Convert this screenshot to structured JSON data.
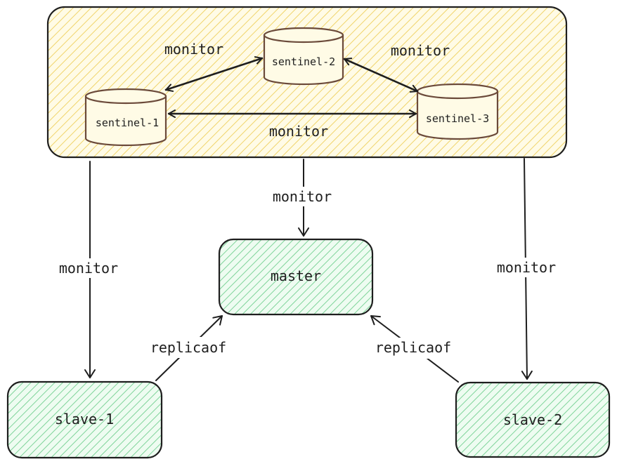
{
  "diagram": {
    "sentinels": [
      {
        "label": "sentinel-1"
      },
      {
        "label": "sentinel-2"
      },
      {
        "label": "sentinel-3"
      }
    ],
    "nodes": {
      "master": {
        "label": "master"
      },
      "slave1": {
        "label": "slave-1"
      },
      "slave2": {
        "label": "slave-2"
      }
    },
    "edge_labels": {
      "s1_s2": "monitor",
      "s2_s3": "monitor",
      "s1_s3": "monitor",
      "group_master": "monitor",
      "group_slave1": "monitor",
      "group_slave2": "monitor",
      "slave1_master": "replicaof",
      "slave2_master": "replicaof"
    },
    "colors": {
      "group_fill": "#fff3bf",
      "group_hatch": "#f0d46a",
      "node_fill": "#d3f9d8",
      "node_hatch": "#7fd49a",
      "cylinder_stroke": "#6b4a3a",
      "line": "#1e1e1e"
    }
  }
}
